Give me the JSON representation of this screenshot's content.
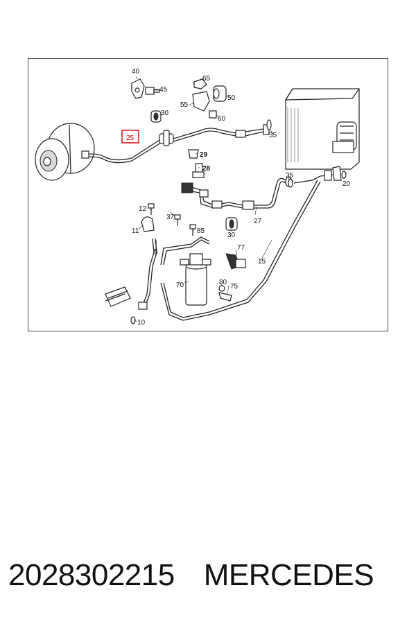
{
  "diagram": {
    "highlight_color": "#cc0000",
    "labels": [
      {
        "id": "40",
        "text": "40"
      },
      {
        "id": "45",
        "text": "45"
      },
      {
        "id": "65",
        "text": "65"
      },
      {
        "id": "50",
        "text": "50"
      },
      {
        "id": "55",
        "text": "55"
      },
      {
        "id": "60",
        "text": "60"
      },
      {
        "id": "30a",
        "text": "30"
      },
      {
        "id": "25",
        "text": "25",
        "highlighted": true
      },
      {
        "id": "35a",
        "text": "35"
      },
      {
        "id": "29",
        "text": "29",
        "bold": true
      },
      {
        "id": "28",
        "text": "28",
        "bold": true
      },
      {
        "id": "35b",
        "text": "35"
      },
      {
        "id": "20",
        "text": "20"
      },
      {
        "id": "12",
        "text": "12"
      },
      {
        "id": "37",
        "text": "37"
      },
      {
        "id": "11",
        "text": "11"
      },
      {
        "id": "85",
        "text": "85"
      },
      {
        "id": "30b",
        "text": "30"
      },
      {
        "id": "27",
        "text": "27"
      },
      {
        "id": "5",
        "text": "5"
      },
      {
        "id": "77",
        "text": "77"
      },
      {
        "id": "15",
        "text": "15"
      },
      {
        "id": "70",
        "text": "70"
      },
      {
        "id": "80",
        "text": "80"
      },
      {
        "id": "75",
        "text": "75"
      },
      {
        "id": "10",
        "text": "10"
      }
    ]
  },
  "footer": {
    "part_number": "2028302215",
    "brand": "MERCEDES"
  }
}
